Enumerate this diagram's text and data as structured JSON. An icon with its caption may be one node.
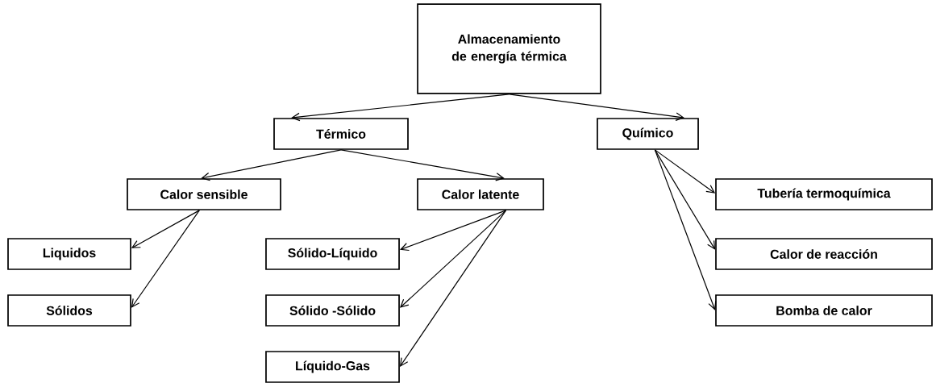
{
  "diagram": {
    "nodes": [
      {
        "text": [
          "Almacenamiento de energía térmica"
        ]
      },
      {
        "text": [
          "Térmico"
        ]
      },
      {
        "text": [
          "Químico"
        ]
      },
      {
        "text": [
          "Calor sensible"
        ]
      },
      {
        "text": [
          "Calor latente"
        ]
      },
      {
        "text": [
          "Liquidos"
        ]
      },
      {
        "text": [
          "Sólidos"
        ]
      },
      {
        "text": [
          "Sólido-Líquido"
        ]
      },
      {
        "text": [
          "Sólido -Sólido"
        ]
      },
      {
        "text": [
          "Líquido-Gas"
        ]
      },
      {
        "text": [
          "Tubería termoquímica"
        ]
      },
      {
        "text": [
          "Calor de reacción"
        ]
      },
      {
        "text": [
          "Bomba de calor"
        ]
      }
    ],
    "edges": [
      {
        "from": 0,
        "to": 1,
        "arrow": "to"
      },
      {
        "from": 0,
        "to": 2,
        "arrow": "to"
      },
      {
        "from": 1,
        "to": 3,
        "arrow": "to"
      },
      {
        "from": 1,
        "to": 4,
        "arrow": "to"
      },
      {
        "from": 2,
        "to": 10,
        "arrow": "to"
      },
      {
        "from": 2,
        "to": 11,
        "arrow": "to"
      },
      {
        "from": 2,
        "to": 12,
        "arrow": "to"
      },
      {
        "from": 3,
        "to": 5,
        "arrow": "to"
      },
      {
        "from": 3,
        "to": 6,
        "arrow": "to"
      },
      {
        "from": 4,
        "to": 7,
        "arrow": "to"
      },
      {
        "from": 4,
        "to": 8,
        "arrow": "to"
      },
      {
        "from": 4,
        "to": 9,
        "arrow": "to"
      }
    ]
  }
}
